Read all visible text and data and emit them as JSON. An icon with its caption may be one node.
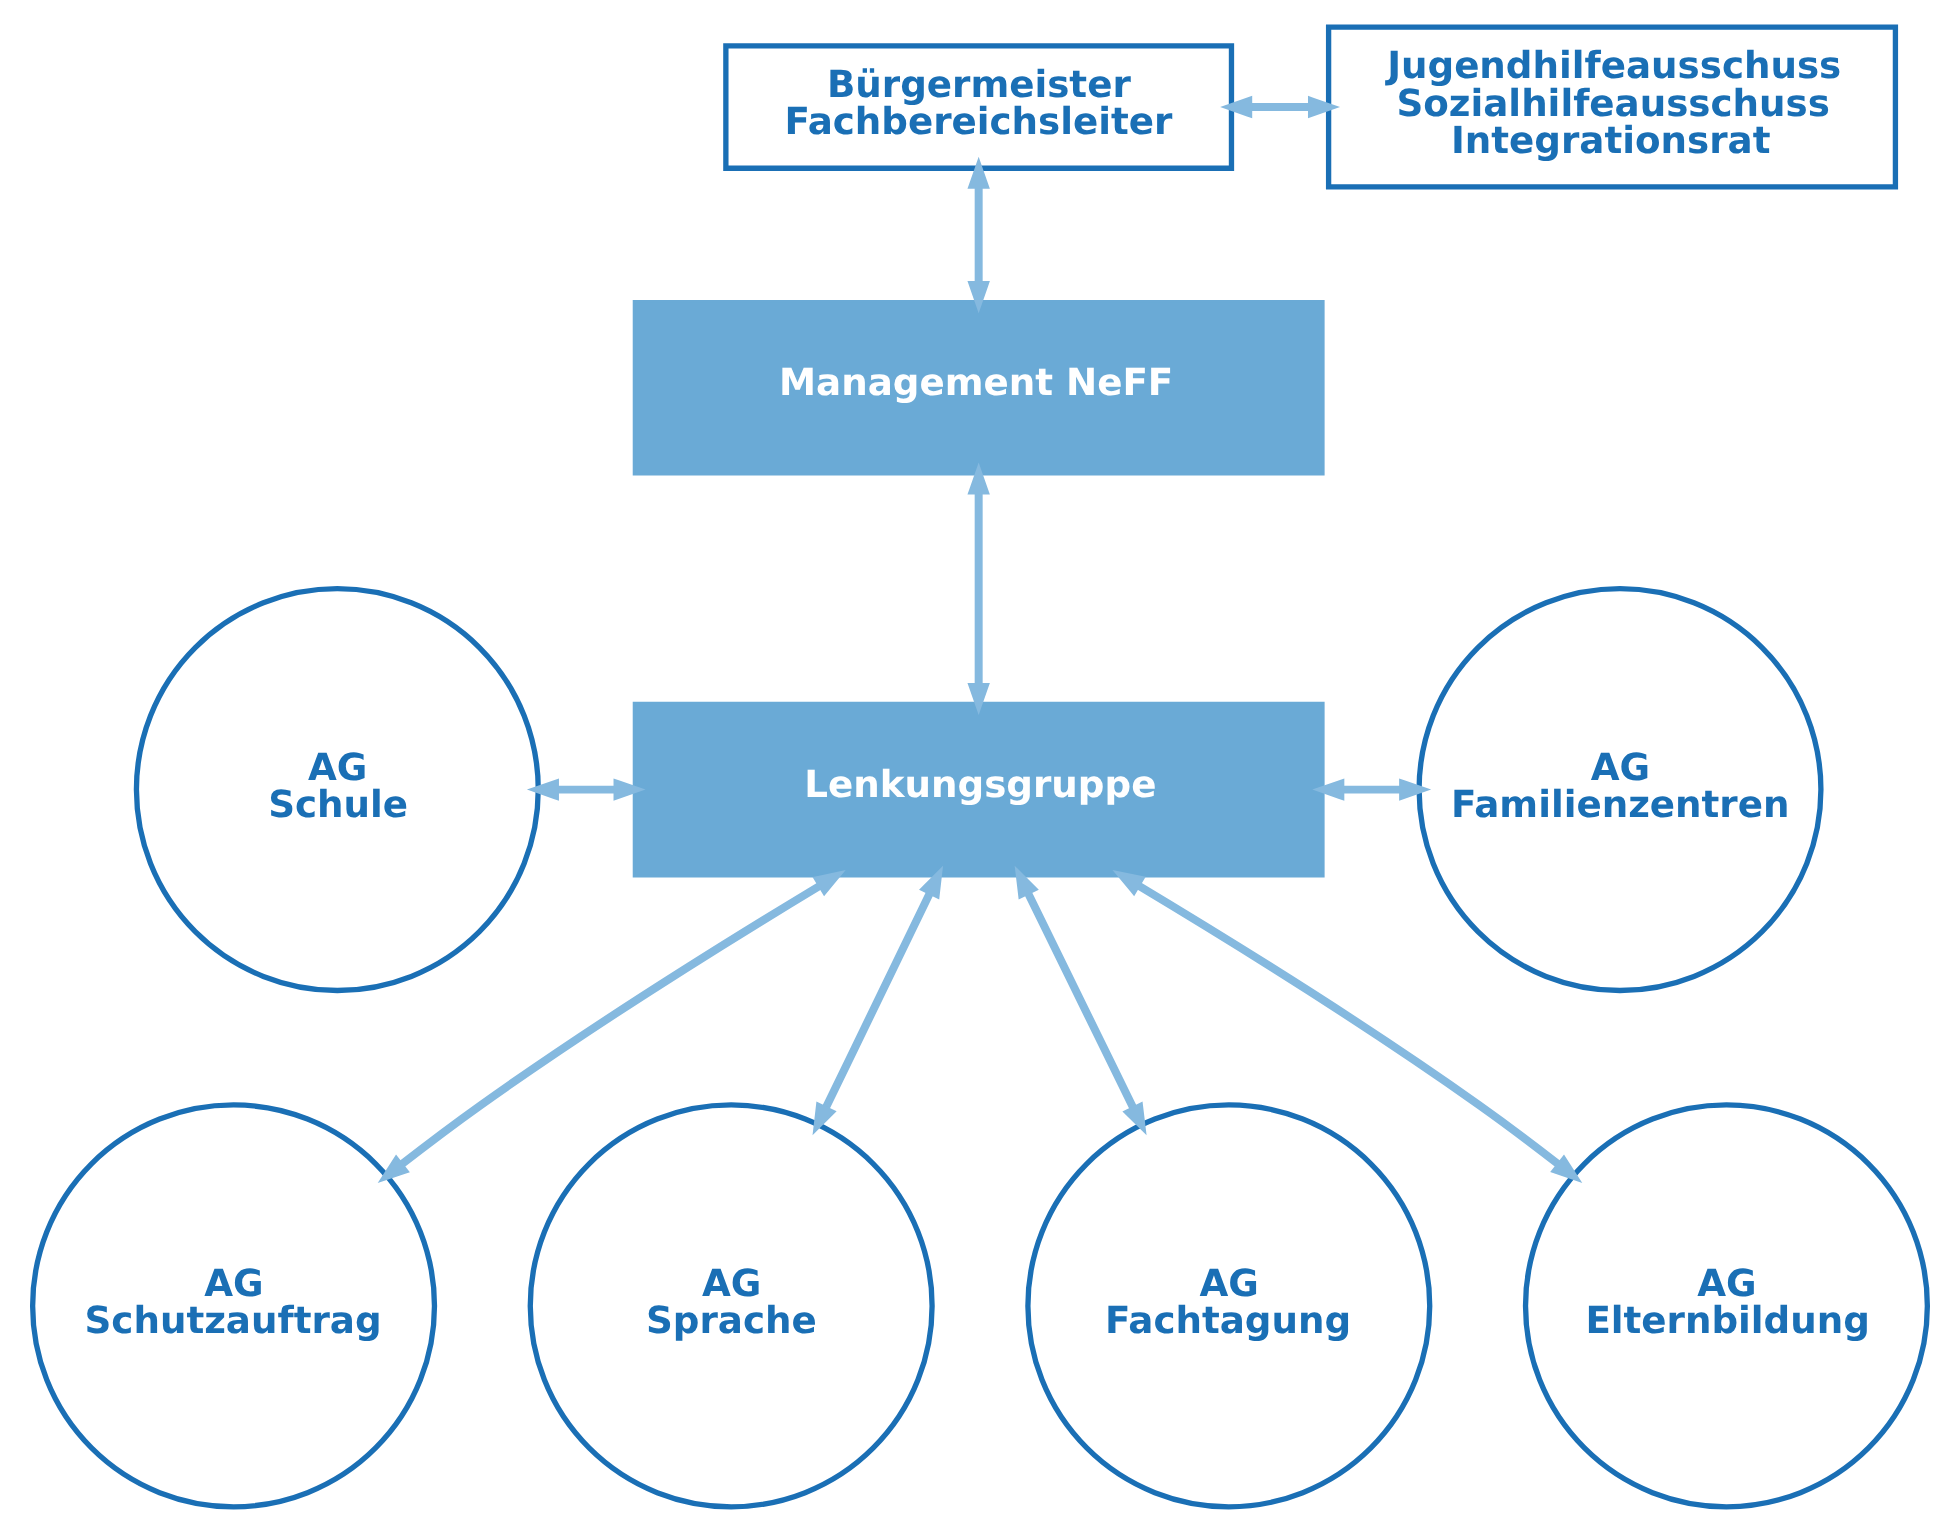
{
  "diagram": {
    "nodes": [
      {
        "text": [
          "Bürgermeister",
          "Fachbereichsleiter"
        ]
      },
      {
        "text": [
          "Jugendhilfeausschuss",
          "Sozialhilfeausschuss",
          "Integrationsrat"
        ]
      },
      {
        "text": [
          "Management NeFF"
        ]
      },
      {
        "text": [
          "AG",
          "Schule"
        ]
      },
      {
        "text": [
          "Lenkungsgruppe"
        ]
      },
      {
        "text": [
          "AG",
          "Familienzentren"
        ]
      },
      {
        "text": [
          "AG",
          "Schutzauftrag"
        ]
      },
      {
        "text": [
          "AG",
          "Sprache"
        ]
      },
      {
        "text": [
          "AG",
          "Fachtagung"
        ]
      },
      {
        "text": [
          "AG",
          "Elternbildung"
        ]
      }
    ],
    "edges": [
      {
        "from": 0,
        "to": 1,
        "arrow": "both"
      },
      {
        "from": 0,
        "to": 2,
        "arrow": "both"
      },
      {
        "from": 2,
        "to": 4,
        "arrow": "both"
      },
      {
        "from": 3,
        "to": 4,
        "arrow": "both"
      },
      {
        "from": 4,
        "to": 5,
        "arrow": "both"
      },
      {
        "from": 4,
        "to": 6,
        "arrow": "both"
      },
      {
        "from": 4,
        "to": 7,
        "arrow": "both"
      },
      {
        "from": 4,
        "to": 8,
        "arrow": "both"
      },
      {
        "from": 4,
        "to": 9,
        "arrow": "both"
      }
    ]
  }
}
